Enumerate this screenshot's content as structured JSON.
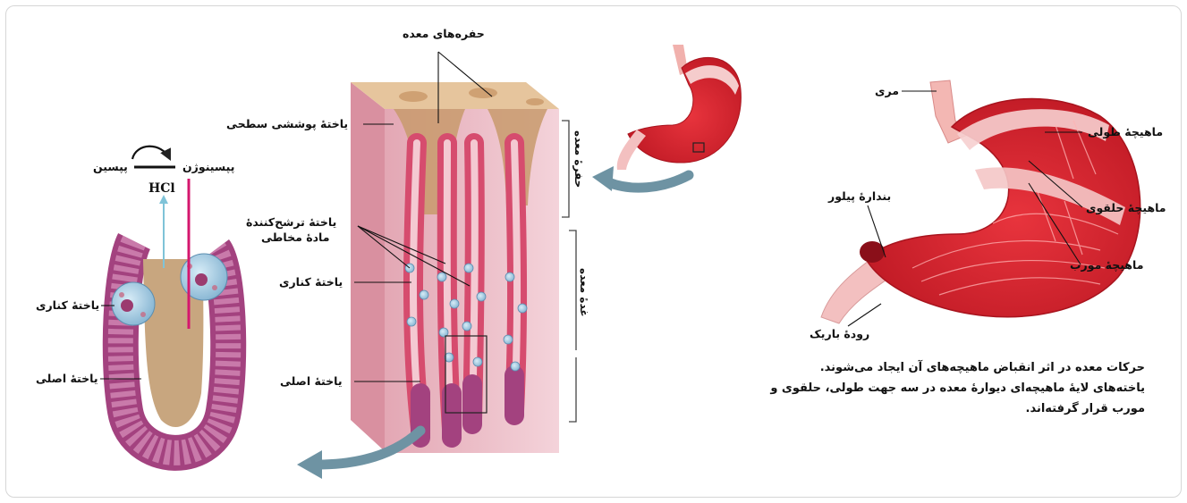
{
  "labels": {
    "gastric_pits": "حفره‌های معده",
    "surface_cell": "یاختهٔ پوششی سطحی",
    "mucus_cell_line1": "یاختهٔ ترشح‌کنندهٔ",
    "mucus_cell_line2": "مادهٔ مخاطی",
    "parietal_cell_mid": "یاختهٔ کناری",
    "chief_cell_mid": "یاختهٔ اصلی",
    "pit_bracket": "حفرهٔ معده",
    "gland_bracket": "غدهٔ معده",
    "pepsinogen": "پپسینوژن",
    "pepsin": "پپسین",
    "hcl": "HCl",
    "parietal_cell_left": "یاختهٔ کناری",
    "chief_cell_left": "یاختهٔ اصلی",
    "esophagus": "مری",
    "longitudinal_muscle": "ماهیچهٔ طولی",
    "pyloric_sphincter": "بندارهٔ پیلور",
    "circular_muscle": "ماهیچهٔ حلقوی",
    "oblique_muscle": "ماهیچهٔ مورب",
    "small_intestine": "رودهٔ باریک"
  },
  "caption": {
    "line1": "حرکات معده در اثر انقباض ماهیچه‌های آن ایجاد می‌شوند.",
    "line2": "یاخته‌های لایهٔ ماهیچه‌ای دیوارهٔ معده در سه جهت طولی، حلقوی و",
    "line3": "مورب قرار گرفته‌اند."
  },
  "colors": {
    "stomach_red": "#d8232e",
    "stomach_light": "#f4c4c4",
    "tissue_pink": "#f1c6cf",
    "tissue_top": "#e8c9a0",
    "gland_red": "#d64c6e",
    "gland_purple": "#a3427f",
    "arrow_blue": "#6e93a3",
    "hcl_line": "#d5176e",
    "cell_blue": "#9dc7e0"
  }
}
